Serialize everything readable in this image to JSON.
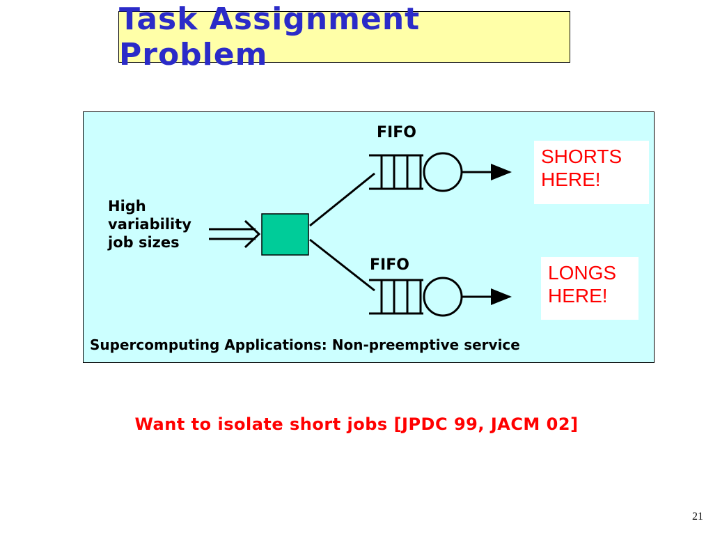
{
  "title": "Task Assignment Problem",
  "diagram": {
    "input_label": [
      "High",
      "variability",
      "job sizes"
    ],
    "top_queue": {
      "label": "FIFO",
      "result": [
        "SHORTS",
        "HERE!"
      ]
    },
    "bottom_queue": {
      "label": "FIFO",
      "result": [
        "LONGS",
        "HERE!"
      ]
    },
    "caption": "Supercomputing Applications: Non-preemptive service",
    "colors": {
      "panel": "#ccffff",
      "dispatcher": "#00cc99",
      "result_text": "#ff0000"
    }
  },
  "bottom_note": "Want to isolate short jobs [JPDC 99, JACM 02]",
  "page_number": "21",
  "colors": {
    "title_bg": "#ffffa8",
    "title_text": "#2b2bc8",
    "note_text": "#ff0000"
  }
}
